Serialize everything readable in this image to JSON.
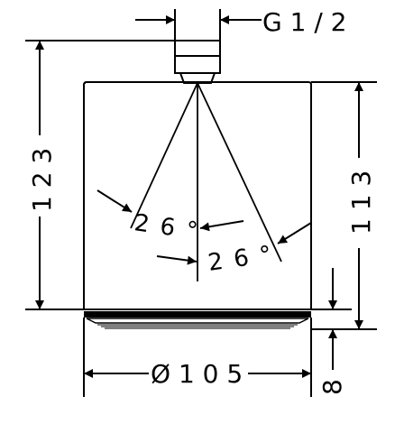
{
  "drawing": {
    "labels": {
      "thread": "G 1 / 2",
      "overall_height": "1 2 3",
      "body_height": "1 1 3",
      "angle_left": "2 6 °",
      "angle_right": "2 6 °",
      "diameter": "Ø 1 0 5",
      "face_thickness": "8"
    }
  }
}
